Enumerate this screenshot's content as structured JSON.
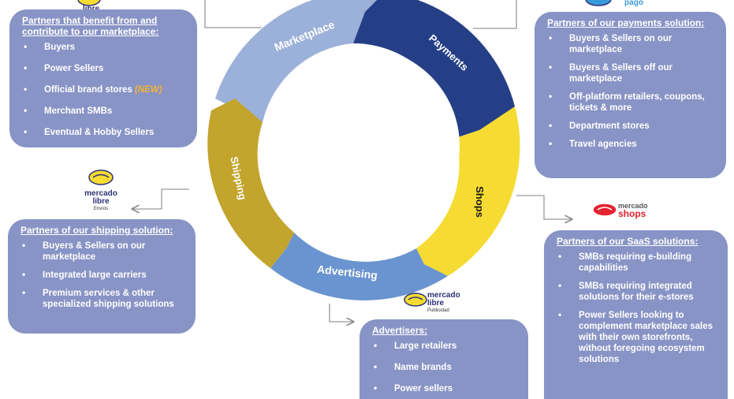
{
  "cycle": {
    "marketplace": "Marketplace",
    "payments": "Payments",
    "shops": "Shops",
    "advertising": "Advertising",
    "shipping": "Shipping"
  },
  "marketplace_box": {
    "title": "Partners that benefit from and contribute to our marketplace:",
    "items": [
      "Buyers",
      "Power Sellers",
      "Official brand stores",
      "Merchant SMBs",
      "Eventual & Hobby Sellers"
    ],
    "new_tag": "(NEW)"
  },
  "payments_box": {
    "title": "Partners of our payments solution:",
    "items": [
      "Buyers & Sellers on our marketplace",
      "Buyers & Sellers off our marketplace",
      "Off-platform retailers, coupons, tickets & more",
      "Department stores",
      "Travel agencies"
    ]
  },
  "shipping_box": {
    "title": "Partners of our shipping solution:",
    "items": [
      "Buyers & Sellers on our marketplace",
      "Integrated large carriers",
      "Premium services & other specialized shipping solutions"
    ]
  },
  "saas_box": {
    "title": "Partners of our SaaS solutions:",
    "items": [
      "SMBs requiring e-building capabilities",
      "SMBs requiring integrated solutions for their e-stores",
      "Power Sellers looking to complement marketplace sales with their own storefronts, without foregoing ecosystem solutions"
    ]
  },
  "ads_box": {
    "title": "Advertisers:",
    "items": [
      "Large retailers",
      "Name brands",
      "Power sellers"
    ]
  },
  "logos": {
    "top_left": {
      "line1": "libre"
    },
    "top_right": {
      "line1": "pago"
    },
    "envios": {
      "line1": "mercado",
      "line2": "libre",
      "sub": "Envíos"
    },
    "shops": {
      "line1": "mercado",
      "line2": "shops"
    },
    "publicidad": {
      "line1": "mercado",
      "line2": "libre",
      "sub": "Publicidad"
    }
  },
  "colors": {
    "marketplace": "#9cb1d9",
    "payments": "#253f87",
    "shops": "#f6db32",
    "advertising": "#6a94cf",
    "shipping": "#c3a42c",
    "box": "#8894c5"
  }
}
